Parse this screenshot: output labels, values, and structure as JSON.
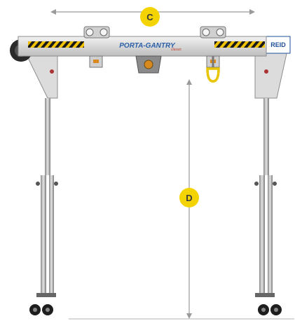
{
  "dimensions": [
    {
      "label": "C",
      "meaning": "span"
    },
    {
      "label": "D",
      "meaning": "height"
    }
  ],
  "product": {
    "brand_text": "PORTA-GANTRY",
    "brand_subtext": "classic",
    "maker_badge": "REID"
  },
  "colors": {
    "badge_fill": "#f4d400",
    "dimension_line": "#9a9a9a",
    "frame": "#d9d9d9",
    "hazard_yellow": "#f2c300",
    "hazard_black": "#1a1a1a",
    "shackle": "#e8c500"
  }
}
